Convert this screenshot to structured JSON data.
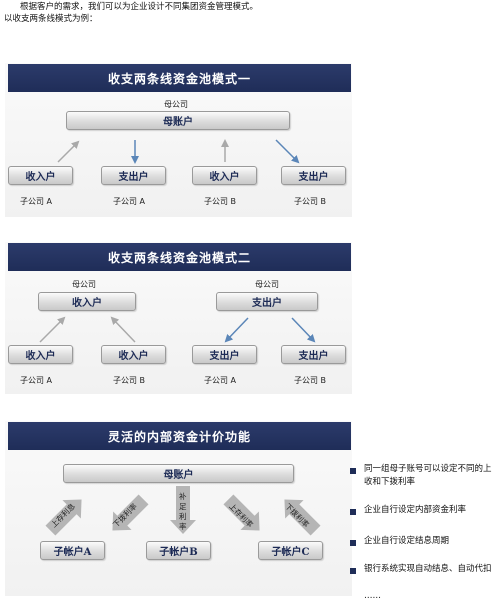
{
  "intro": {
    "line1": "根据客户的需求，我们可以为企业设计不同集团资金管理模式。",
    "line2": "以收支两条线模式为例："
  },
  "mode1": {
    "title": "收支两条线资金池模式一",
    "parent_caption": "母公司",
    "parent_account": "母账户",
    "accounts": [
      {
        "label": "收入户",
        "subsidiary": "子公司 A"
      },
      {
        "label": "支出户",
        "subsidiary": "子公司 A"
      },
      {
        "label": "收入户",
        "subsidiary": "子公司 B"
      },
      {
        "label": "支出户",
        "subsidiary": "子公司 B"
      }
    ]
  },
  "mode2": {
    "title": "收支两条线资金池模式二",
    "left_parent_caption": "母公司",
    "left_parent_account": "收入户",
    "right_parent_caption": "母公司",
    "right_parent_account": "支出户",
    "accounts": [
      {
        "label": "收入户",
        "subsidiary": "子公司 A"
      },
      {
        "label": "收入户",
        "subsidiary": "子公司 B"
      },
      {
        "label": "支出户",
        "subsidiary": "子公司 A"
      },
      {
        "label": "支出户",
        "subsidiary": "子公司 B"
      }
    ]
  },
  "pricing": {
    "title": "灵活的内部资金计价功能",
    "parent_account": "母账户",
    "children": [
      "子帐户A",
      "子帐户B",
      "子帐户C"
    ],
    "arrow_texts": [
      "上存利息",
      "下拨利率",
      "补足利率",
      "上存利率",
      "下拨利率"
    ],
    "bullets": [
      "同一组母子账号可以设定不同的上收和下拨利率",
      "企业自行设定内部资金利率",
      "企业自行设定结息周期",
      "银行系统实现自动结息、自动代扣"
    ],
    "ellipsis": "……"
  },
  "colors": {
    "banner": "#1f2d58",
    "arrow_gray": "#a9a9a9",
    "arrow_blue": "#5b86b8"
  }
}
